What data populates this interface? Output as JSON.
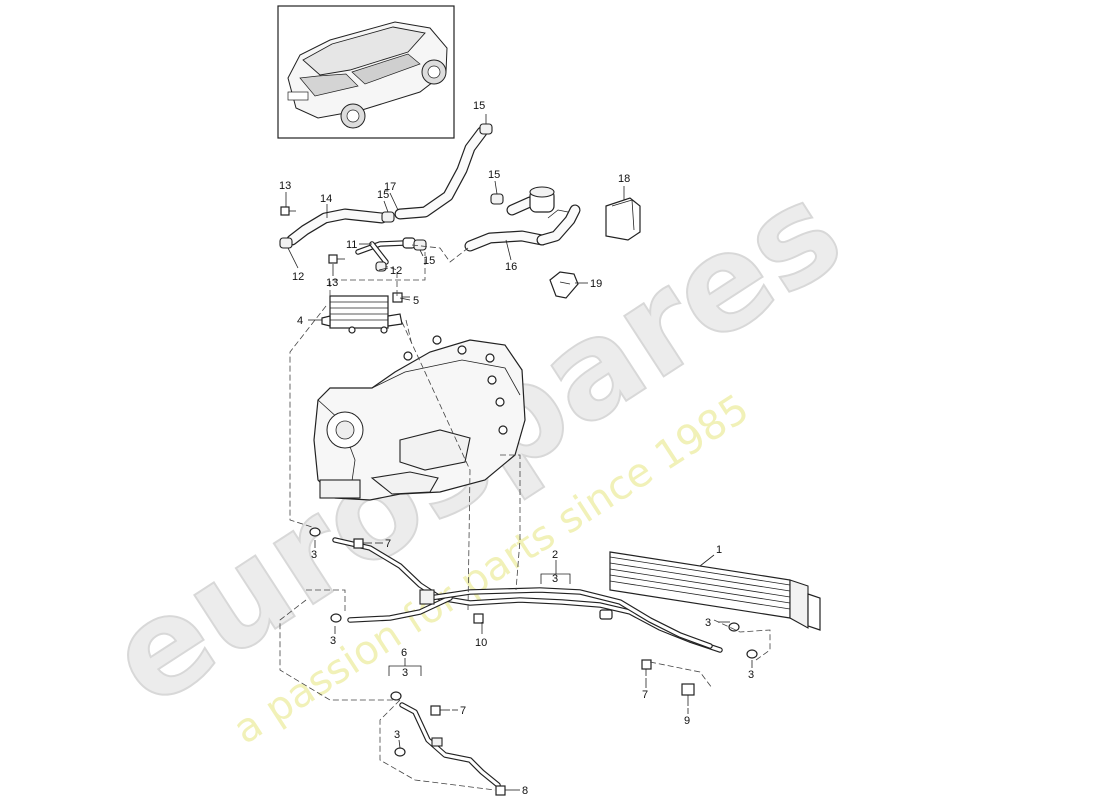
{
  "watermark": {
    "brand": "eurospares",
    "tagline": "a passion for parts since 1985"
  },
  "callouts": {
    "p1": "1",
    "p2": "2",
    "p3": "3",
    "p4": "4",
    "p5": "5",
    "p6": "6",
    "p7": "7",
    "p8": "8",
    "p9": "9",
    "p10": "10",
    "p11": "11",
    "p12": "12",
    "p13": "13",
    "p14": "14",
    "p15": "15",
    "p16": "16",
    "p17": "17",
    "p18": "18",
    "p19": "19"
  },
  "icons": {
    "vehicle": "car-thumbnail-icon"
  }
}
